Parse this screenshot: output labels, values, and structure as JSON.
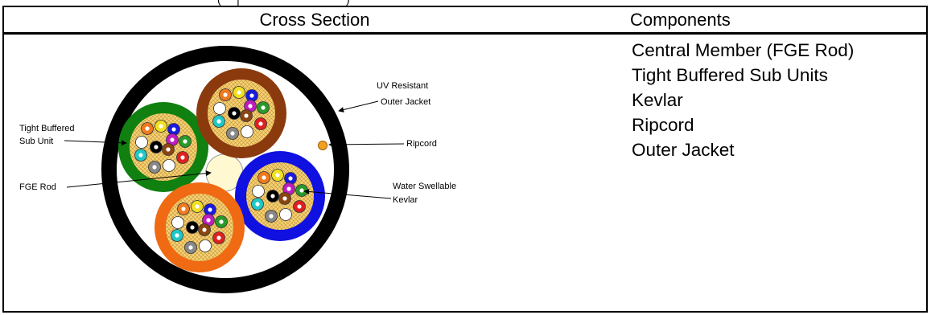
{
  "top_fragment": "(     |                                  )",
  "header": {
    "cross_section": "Cross Section",
    "components": "Components"
  },
  "components": [
    "Central Member (FGE Rod)",
    "Tight Buffered Sub Units",
    "Kevlar",
    "Ripcord",
    "Outer Jacket"
  ],
  "callouts": {
    "tight_buffered_1": "Tight Buffered",
    "tight_buffered_2": "Sub Unit",
    "fge_rod": "FGE Rod",
    "uv_1": "UV Resistant",
    "uv_2": "Outer Jacket",
    "ripcord": "Ripcord",
    "water_1": "Water Swellable",
    "water_2": "Kevlar"
  },
  "colors": {
    "jacket": "#000000",
    "jacket_inner": "#ffffff",
    "subunit_green": "#108010",
    "subunit_brown": "#8b3a0e",
    "subunit_blue": "#1010e0",
    "subunit_orange": "#ef6a12",
    "kevlar_fill": "#f3d27a",
    "fge_rod": "#fff8d0",
    "ripcord": "#f0a020"
  },
  "fiber_colors": [
    "#ef7a20",
    "#f0e020",
    "#1a1ae0",
    "#ffffff",
    "#2a9a2a",
    "#c01cc0",
    "#20c8c8",
    "#000000",
    "#8b4513",
    "#e02020",
    "#888888",
    "#ffffff"
  ]
}
